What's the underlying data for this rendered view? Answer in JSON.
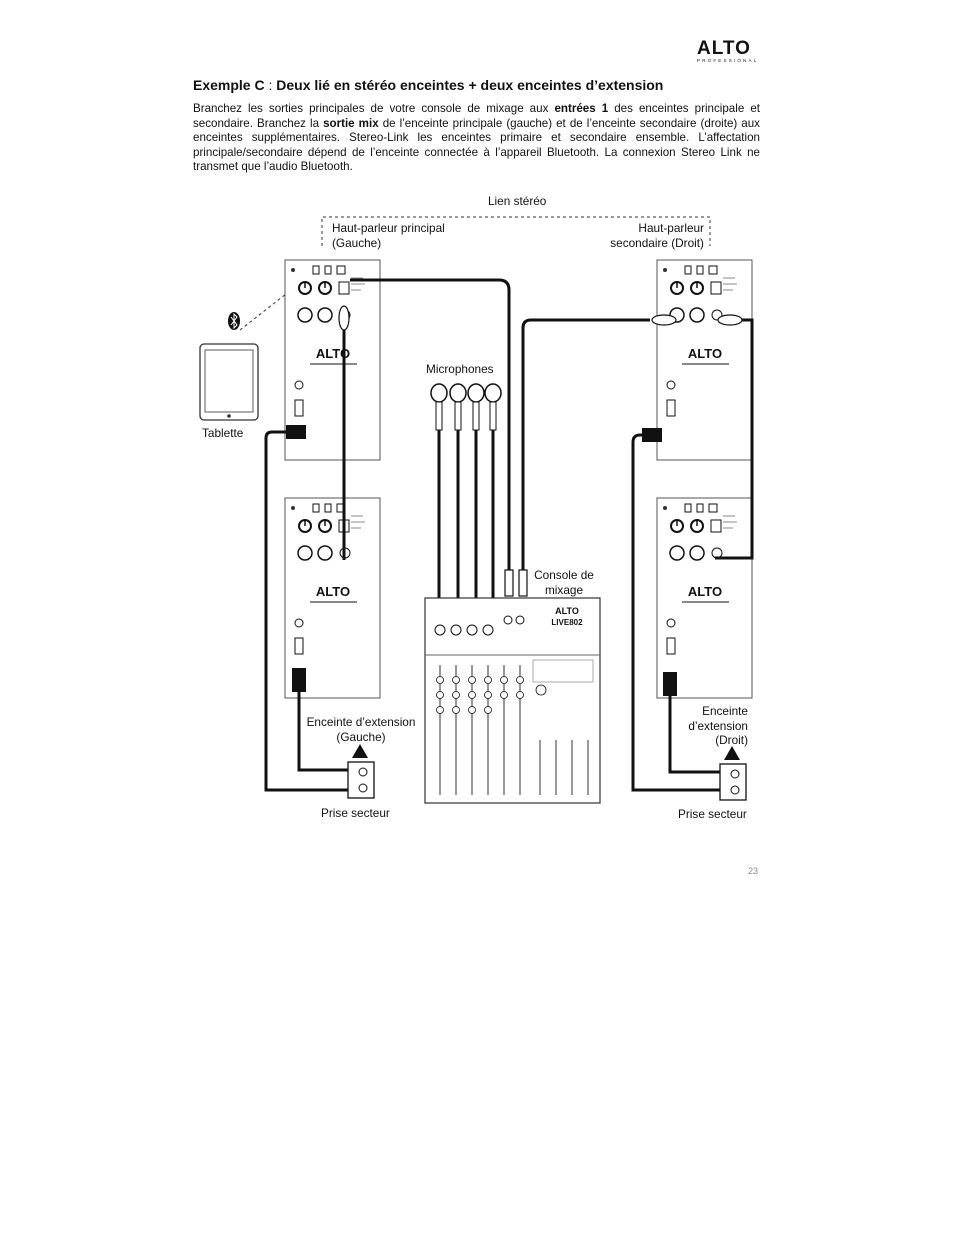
{
  "header": {
    "logo_text": "ALTO",
    "logo_sub": "PROFESSIONAL"
  },
  "section": {
    "title_bold_prefix": "Exemple C",
    "title_separator": " : ",
    "title_rest": "Deux lié en stéréo enceintes + deux enceintes d’extension"
  },
  "paragraph": {
    "part1": "Branchez les sorties principales de votre console de mixage aux ",
    "bold1": "entrées 1",
    "part2": " des enceintes principale et secondaire. Branchez la ",
    "bold2": "sortie mix",
    "part3": " de l’enceinte principale (gauche) et de l’enceinte secondaire (droite) aux enceintes supplémentaires. Stereo-Link les enceintes primaire et secondaire ensemble. L’affectation principale/secondaire dépend de l’enceinte connectée à l’appareil Bluetooth. La connexion Stereo Link ne transmet que l’audio Bluetooth."
  },
  "diagram": {
    "stereo_link": "Lien stéréo",
    "main_speaker_line1": "Haut-parleur principal",
    "main_speaker_line2": "(Gauche)",
    "secondary_speaker_line1": "Haut-parleur",
    "secondary_speaker_line2": "secondaire (Droit)",
    "tablet": "Tablette",
    "microphones": "Microphones",
    "mixer_line1": "Console de",
    "mixer_line2": "mixage",
    "ext_left_line1": "Enceinte d’extension",
    "ext_left_line2": "(Gauche)",
    "ext_right_line1": "Enceinte",
    "ext_right_line2": "d’extension",
    "ext_right_line3": "(Droit)",
    "outlet_left": "Prise secteur",
    "outlet_right": "Prise secteur",
    "speaker_logo": "ALTO",
    "mixer_logo": "ALTO",
    "mixer_model": "LIVE802"
  },
  "footer": {
    "page_number": "23"
  }
}
